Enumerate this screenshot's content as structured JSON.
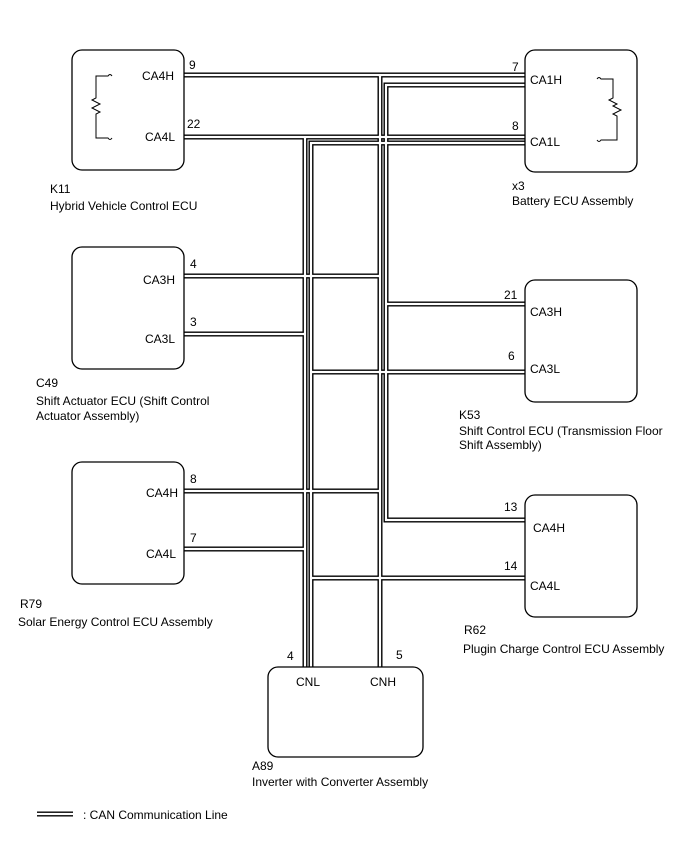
{
  "ecus": {
    "k11": {
      "code": "K11",
      "name": "Hybrid Vehicle Control ECU",
      "pin_h": "CA4H",
      "pin_l": "CA4L",
      "num_h": "9",
      "num_l": "22"
    },
    "x3": {
      "code": "x3",
      "name": "Battery ECU Assembly",
      "pin_h": "CA1H",
      "pin_l": "CA1L",
      "num_h": "7",
      "num_l": "8"
    },
    "c49": {
      "code": "C49",
      "name_line1": "Shift Actuator ECU (Shift Control",
      "name_line2": "Actuator Assembly)",
      "pin_h": "CA3H",
      "pin_l": "CA3L",
      "num_h": "4",
      "num_l": "3"
    },
    "k53": {
      "code": "K53",
      "name_line1": "Shift Control ECU (Transmission Floor",
      "name_line2": "Shift Assembly)",
      "pin_h": "CA3H",
      "pin_l": "CA3L",
      "num_h": "21",
      "num_l": "6"
    },
    "r79": {
      "code": "R79",
      "name": "Solar Energy Control ECU Assembly",
      "pin_h": "CA4H",
      "pin_l": "CA4L",
      "num_h": "8",
      "num_l": "7"
    },
    "r62": {
      "code": "R62",
      "name": "Plugin Charge Control ECU Assembly",
      "pin_h": "CA4H",
      "pin_l": "CA4L",
      "num_h": "13",
      "num_l": "14"
    },
    "a89": {
      "code": "A89",
      "name": "Inverter with Converter Assembly",
      "pin_l": "CNL",
      "pin_h": "CNH",
      "num_l": "4",
      "num_h": "5"
    }
  },
  "legend": {
    "text": ": CAN Communication Line"
  }
}
